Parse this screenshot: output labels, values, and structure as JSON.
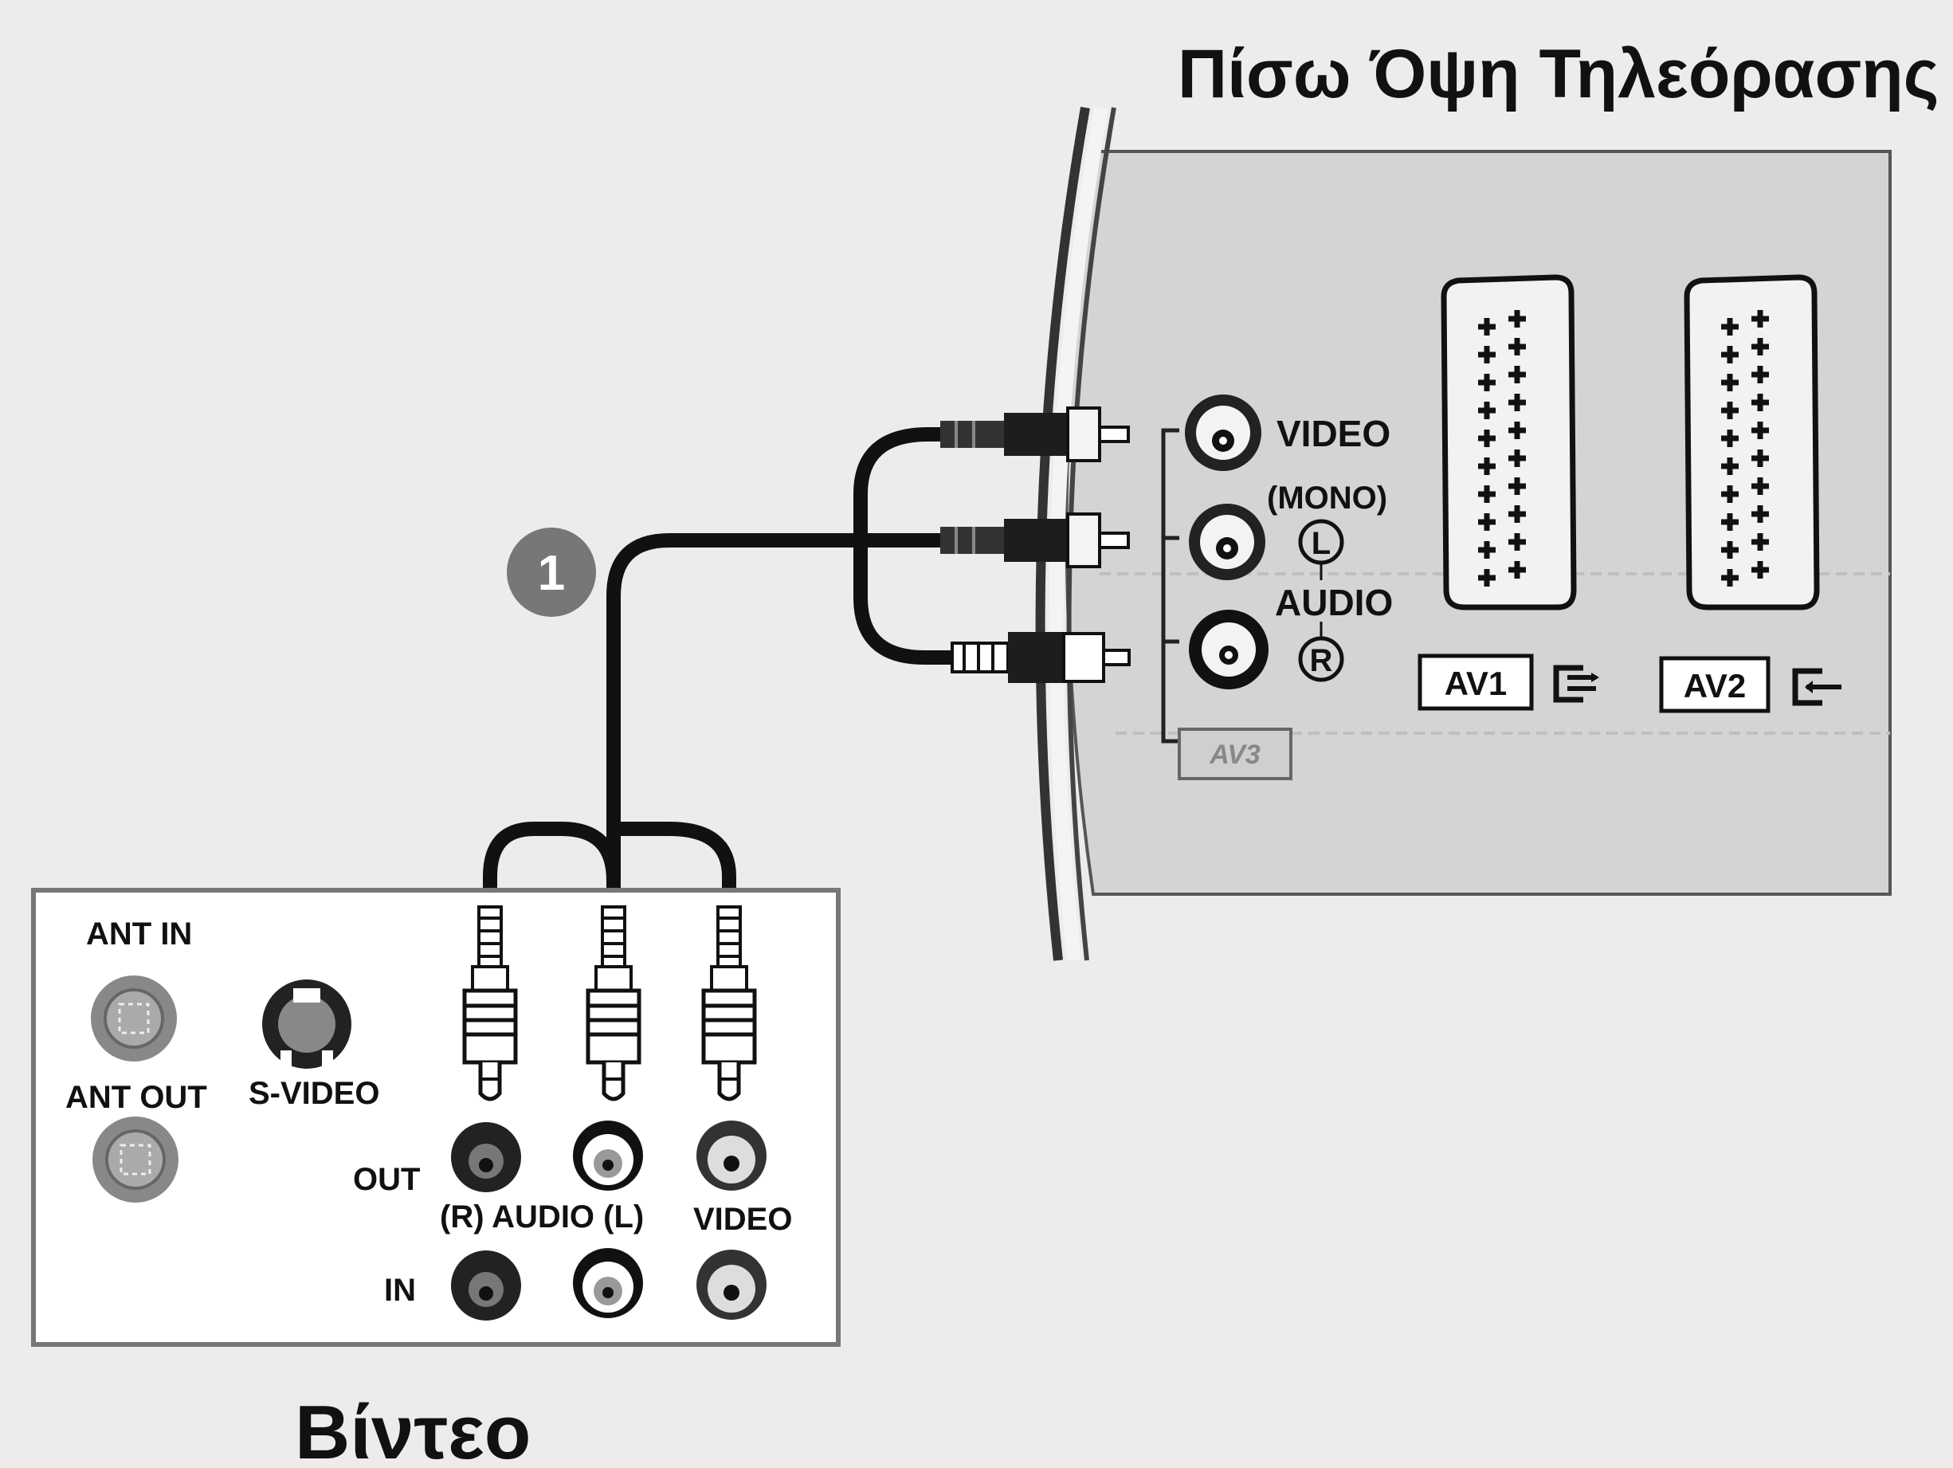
{
  "tv": {
    "title": "Πίσω Όψη Τηλεόρασης",
    "jack_labels": {
      "video": "VIDEO",
      "mono": "(MONO)",
      "audio": "AUDIO",
      "left_mark": "L",
      "right_mark": "R",
      "av3": "AV3"
    },
    "scart": [
      {
        "label": "AV1"
      },
      {
        "label": "AV2"
      }
    ]
  },
  "step_badge": "1",
  "vcr": {
    "title": "Βίντεο",
    "labels": {
      "ant_in": "ANT IN",
      "ant_out": "ANT OUT",
      "s_video": "S-VIDEO",
      "out": "OUT",
      "in": "IN",
      "audio_rl": "(R) AUDIO (L)",
      "video": "VIDEO"
    }
  },
  "colors": {
    "background": "#ececec",
    "tv_panel": "#d4d4d4",
    "cable": "#111111",
    "badge": "#777777"
  }
}
